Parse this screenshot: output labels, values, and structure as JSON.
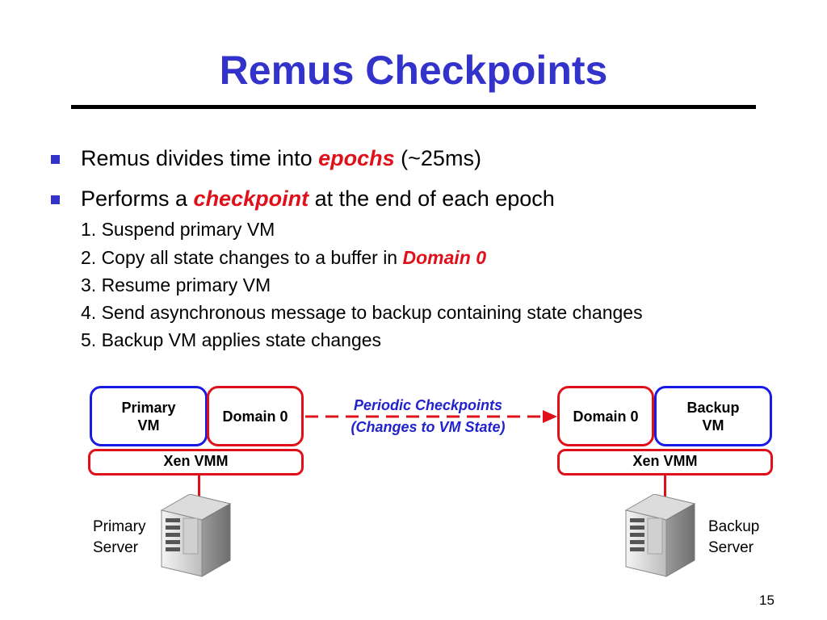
{
  "slide": {
    "title": "Remus Checkpoints",
    "page_number": "15"
  },
  "bullets": [
    {
      "pre": "Remus divides time into ",
      "emphasis": "epochs",
      "post": " (~25ms)"
    },
    {
      "pre": "Performs a ",
      "emphasis": "checkpoint",
      "post": " at the end of each epoch"
    }
  ],
  "steps": [
    {
      "text": "1. Suspend primary VM",
      "emphasis": ""
    },
    {
      "text": "2. Copy all state changes to a buffer in ",
      "emphasis": "Domain 0"
    },
    {
      "text": "3. Resume primary VM",
      "emphasis": ""
    },
    {
      "text": "4. Send asynchronous message to backup containing state changes",
      "emphasis": ""
    },
    {
      "text": "5. Backup VM applies state changes",
      "emphasis": ""
    }
  ],
  "diagram": {
    "primary": {
      "vm_line1": "Primary",
      "vm_line2": "VM",
      "domain0": "Domain 0",
      "vmm": "Xen VMM",
      "server_line1": "Primary",
      "server_line2": "Server"
    },
    "backup": {
      "vm_line1": "Backup",
      "vm_line2": "VM",
      "domain0": "Domain 0",
      "vmm": "Xen VMM",
      "server_line1": "Backup",
      "server_line2": "Server"
    },
    "arrow": {
      "line1": "Periodic Checkpoints",
      "line2": "(Changes to VM State)"
    },
    "colors": {
      "title": "#3333cc",
      "vm_border": "#1a1ae6",
      "domain_border": "#e0101a",
      "emphasis": "#e0101a",
      "arrow_label": "#2222cc"
    },
    "icons": [
      "server-tower-icon",
      "arrow-right-icon"
    ]
  }
}
